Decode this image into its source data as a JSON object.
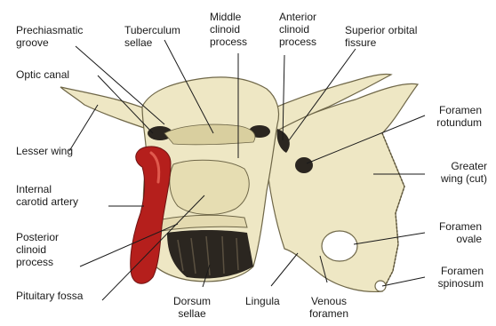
{
  "figure": {
    "labels": {
      "prechiasmatic_groove": "Prechiasmatic\ngroove",
      "tuberculum_sellae": "Tuberculum\nsellae",
      "middle_clinoid_process": "Middle\nclinoid\nprocess",
      "anterior_clinoid_process": "Anterior\nclinoid\nprocess",
      "superior_orbital_fissure": "Superior orbital\nfissure",
      "optic_canal": "Optic canal",
      "foramen_rotundum": "Foramen\nrotundum",
      "lesser_wing": "Lesser wing",
      "greater_wing_cut": "Greater\nwing (cut)",
      "internal_carotid_artery": "Internal\ncarotid artery",
      "posterior_clinoid_process": "Posterior\nclinoid\nprocess",
      "foramen_ovale": "Foramen\novale",
      "foramen_spinosum": "Foramen\nspinosum",
      "pituitary_fossa": "Pituitary fossa",
      "dorsum_sellae": "Dorsum\nsellae",
      "lingula": "Lingula",
      "venous_foramen": "Venous\nforamen"
    },
    "colors": {
      "bone": "#eee7c4",
      "bone_shadow": "#c9bf92",
      "bone_outline": "#6f6748",
      "artery": "#b51f1c",
      "artery_highlight": "#e05a4e",
      "cavity": "#2b2620",
      "leader_line": "#1a1a1a"
    }
  }
}
